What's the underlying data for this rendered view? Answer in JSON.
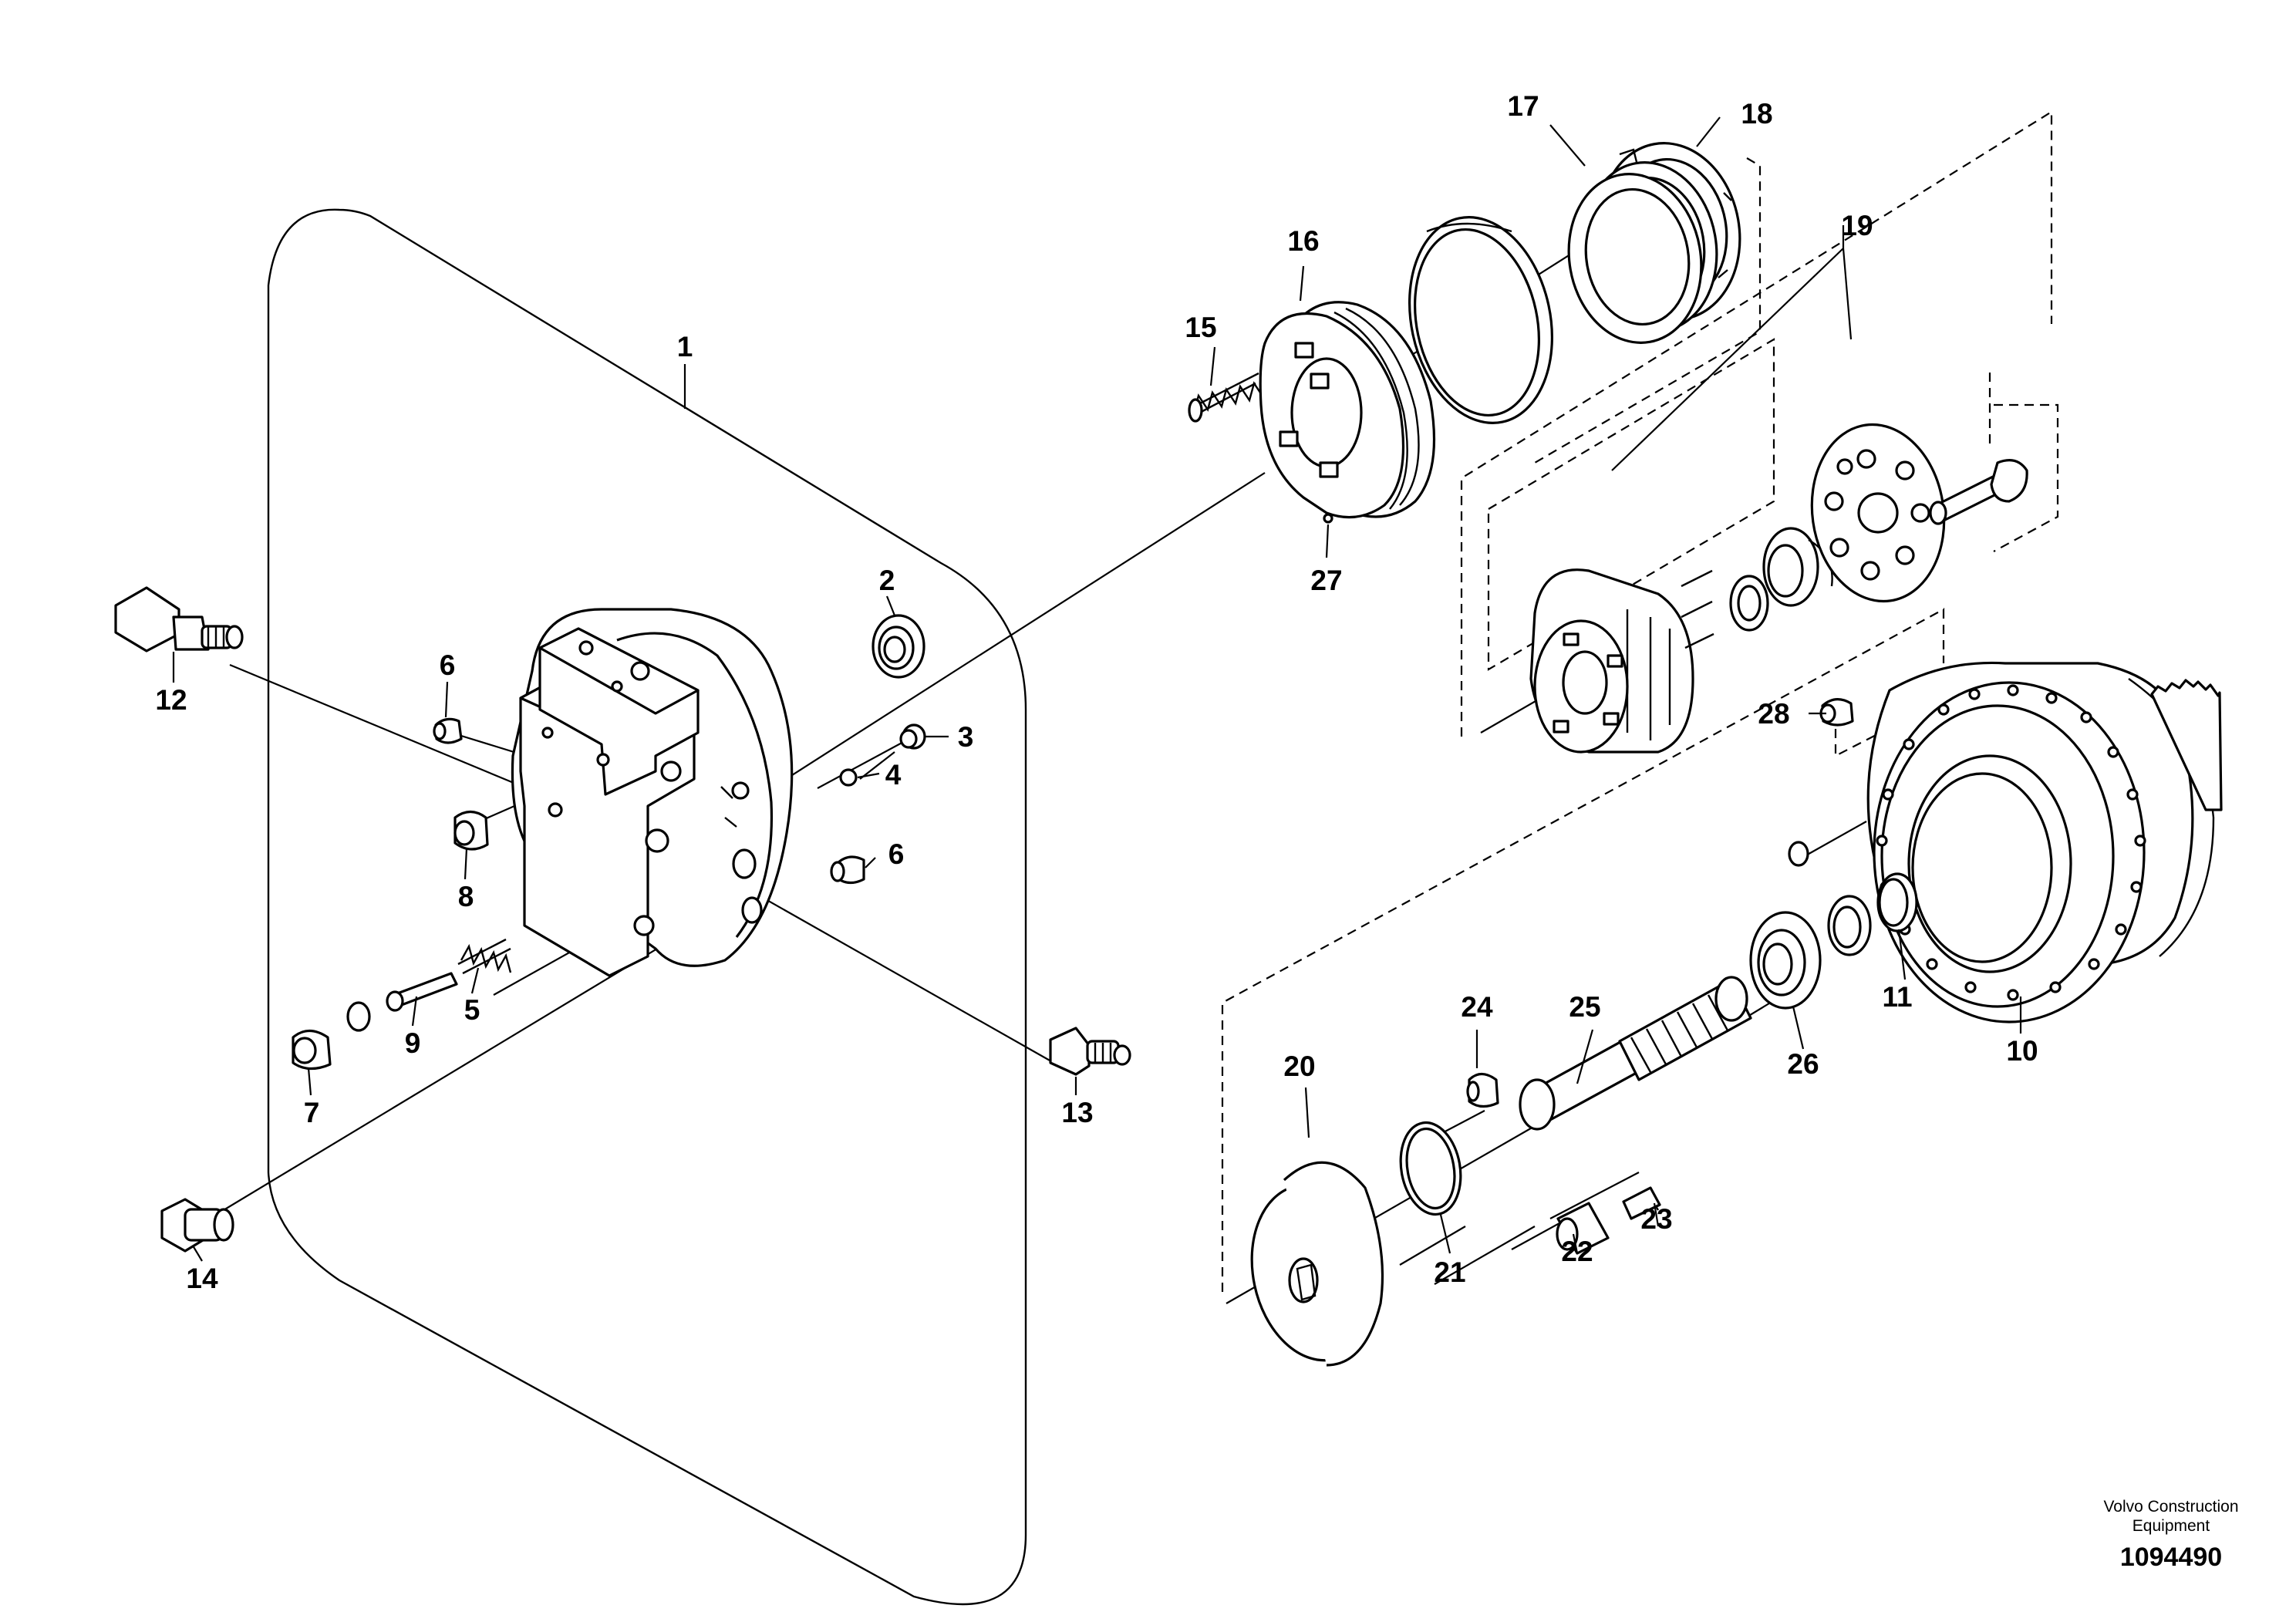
{
  "diagram": {
    "publisher_line1": "Volvo Construction",
    "publisher_line2": "Equipment",
    "drawing_number": "1094490",
    "callouts": {
      "p1": "1",
      "p2": "2",
      "p3": "3",
      "p4": "4",
      "p5": "5",
      "p6a": "6",
      "p6b": "6",
      "p7": "7",
      "p8": "8",
      "p9": "9",
      "p10": "10",
      "p11": "11",
      "p12": "12",
      "p13": "13",
      "p14": "14",
      "p15": "15",
      "p16": "16",
      "p17": "17",
      "p18": "18",
      "p19": "19",
      "p20": "20",
      "p21": "21",
      "p22": "22",
      "p23": "23",
      "p24": "24",
      "p25": "25",
      "p26": "26",
      "p27": "27",
      "p28": "28"
    }
  }
}
